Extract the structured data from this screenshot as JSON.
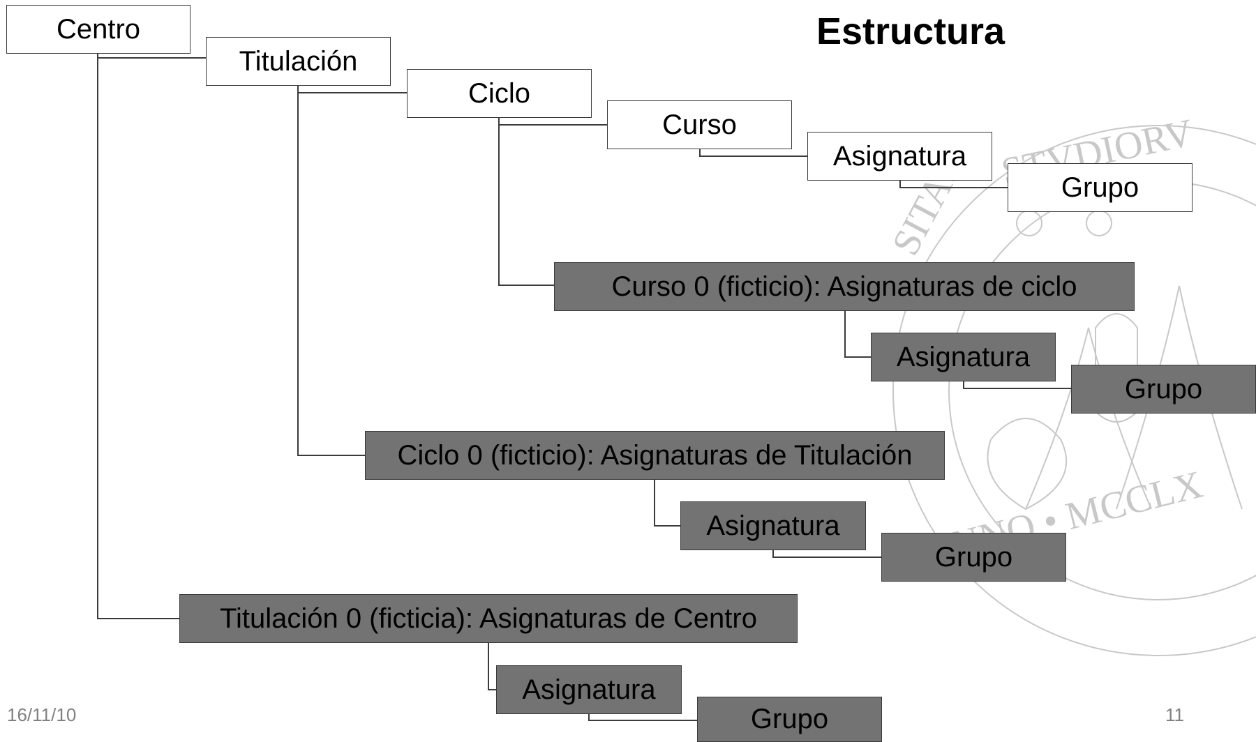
{
  "slide_title": "Estructura",
  "footer": {
    "date": "16/11/10",
    "page_number": "11"
  },
  "watermark": {
    "legend_top": "STVDIORV",
    "legend_left": "SITAS",
    "legend_bottom": "ANNO • MCCLX"
  },
  "colors": {
    "regular_fill": "#ffffff",
    "fictitious_fill": "#737373",
    "line": "#3a3a3a",
    "seal": "#c8c8c8"
  },
  "nodes": {
    "centro": "Centro",
    "titulacion": "Titulación",
    "ciclo": "Ciclo",
    "curso": "Curso",
    "asignatura_1": "Asignatura",
    "grupo_1": "Grupo",
    "curso0": "Curso 0 (ficticio): Asignaturas de ciclo",
    "asignatura_2": "Asignatura",
    "grupo_2": "Grupo",
    "ciclo0": "Ciclo 0 (ficticio): Asignaturas de Titulación",
    "asignatura_3": "Asignatura",
    "grupo_3": "Grupo",
    "titulacion0": "Titulación 0 (ficticia): Asignaturas de Centro",
    "asignatura_4": "Asignatura",
    "grupo_4": "Grupo"
  }
}
